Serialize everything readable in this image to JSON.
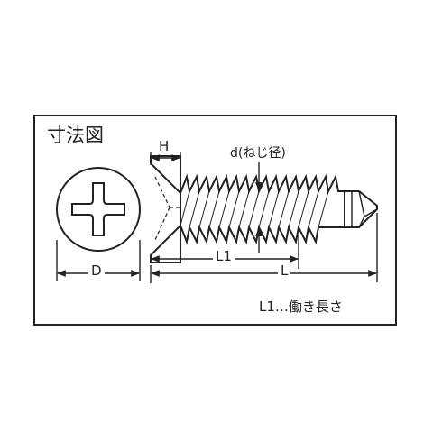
{
  "diagram": {
    "title": "寸法図",
    "labels": {
      "head_height": "H",
      "thread_diameter": "d(ねじ径)",
      "head_diameter": "D",
      "working_length": "L1",
      "total_length": "L"
    },
    "note": "L1…働き長さ"
  },
  "colors": {
    "line": "#222222",
    "background": "#ffffff"
  }
}
